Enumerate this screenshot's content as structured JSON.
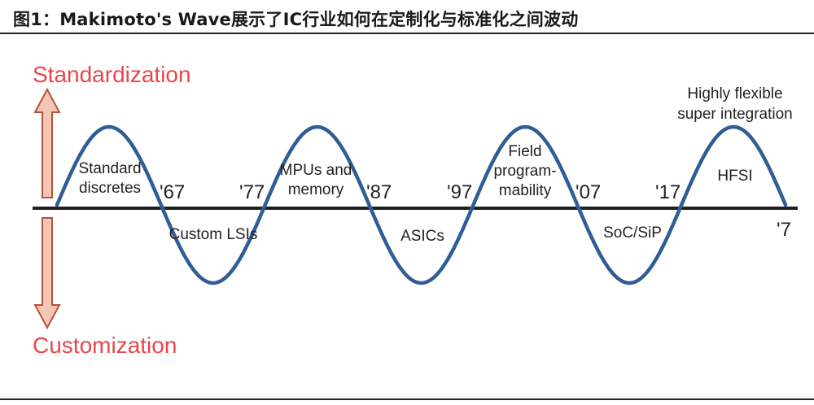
{
  "figure": {
    "title": "图1：Makimoto's Wave展示了IC行业如何在定制化与标准化之间波动"
  },
  "axis": {
    "top_label": "Standardization",
    "bottom_label": "Customization"
  },
  "years": [
    "'67",
    "'77",
    "'87",
    "'97",
    "'07",
    "'17",
    "'7"
  ],
  "phases": {
    "standard_discretes": [
      "Standard",
      "discretes"
    ],
    "custom_lsis": "Custom LSIs",
    "mpus_memory": [
      "MPUs and",
      "memory"
    ],
    "asics": "ASICs",
    "field_programmability": [
      "Field",
      "program-",
      "mability"
    ],
    "soc_sip": "SoC/SiP",
    "hfsi": "HFSI",
    "hfsi_note": [
      "Highly flexible",
      "super integration"
    ]
  },
  "colors": {
    "wave": "#2f5d96",
    "arrow_fill": "#f4c6b6",
    "arrow_stroke": "#b5543a",
    "axis_word": "#e8474a",
    "baseline": "#231f20"
  }
}
